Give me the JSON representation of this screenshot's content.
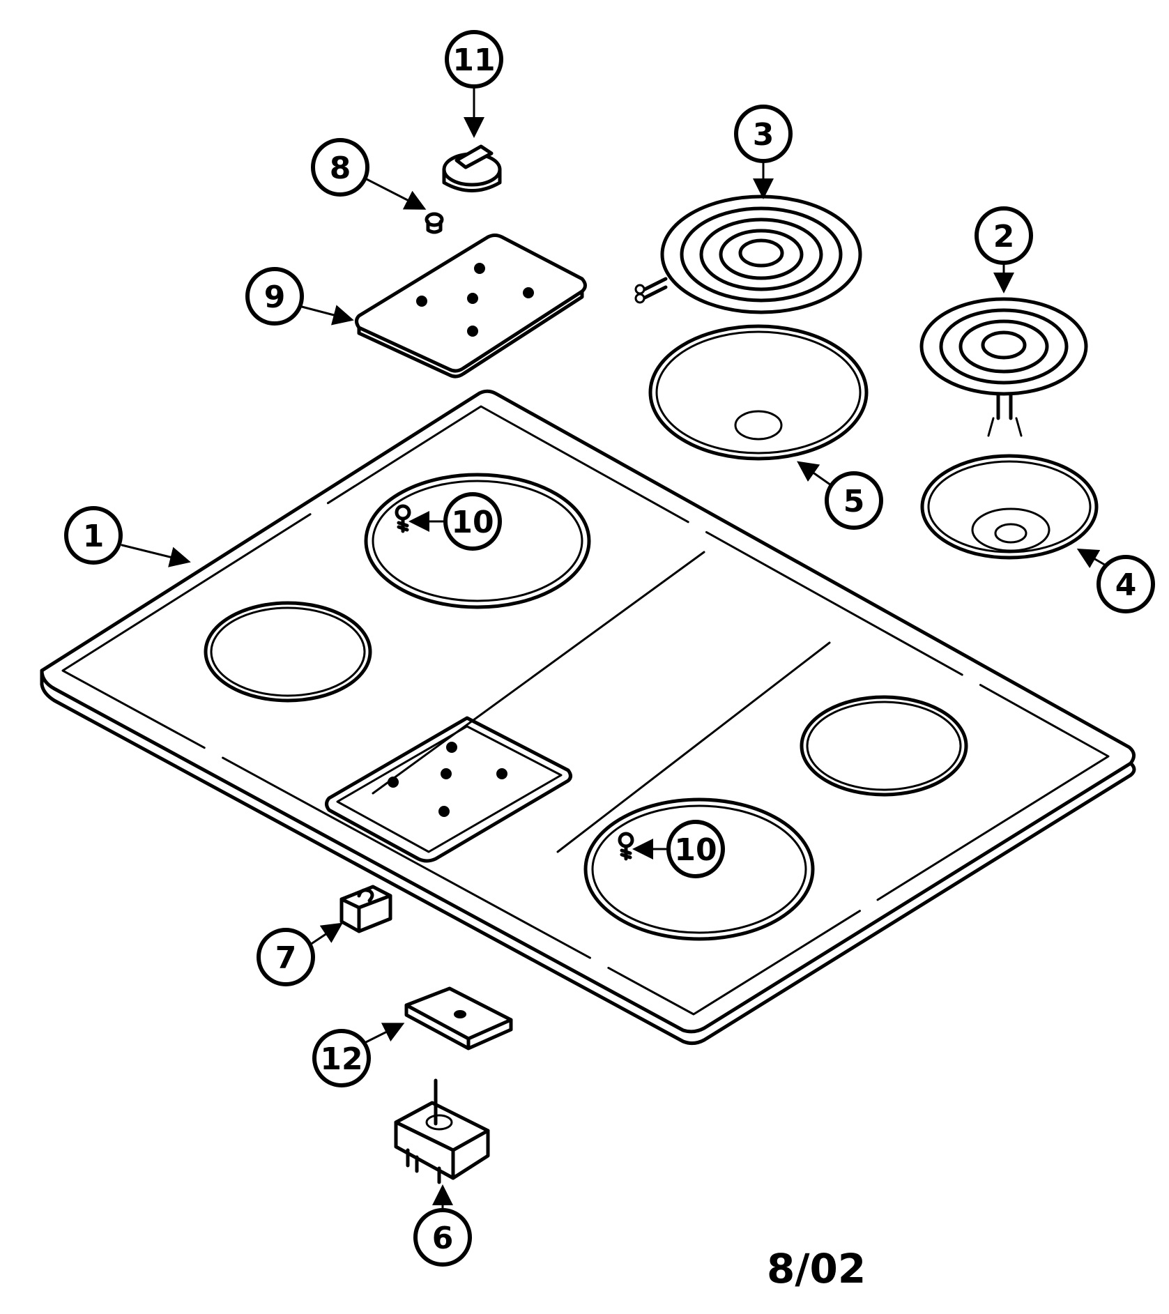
{
  "callouts": [
    {
      "id": "1",
      "label": "1"
    },
    {
      "id": "2",
      "label": "2"
    },
    {
      "id": "3",
      "label": "3"
    },
    {
      "id": "4",
      "label": "4"
    },
    {
      "id": "5",
      "label": "5"
    },
    {
      "id": "6",
      "label": "6"
    },
    {
      "id": "7",
      "label": "7"
    },
    {
      "id": "8",
      "label": "8"
    },
    {
      "id": "9",
      "label": "9"
    },
    {
      "id": "10a",
      "label": "10"
    },
    {
      "id": "10b",
      "label": "10"
    },
    {
      "id": "11",
      "label": "11"
    },
    {
      "id": "12",
      "label": "12"
    }
  ],
  "revision_date": "8/02"
}
